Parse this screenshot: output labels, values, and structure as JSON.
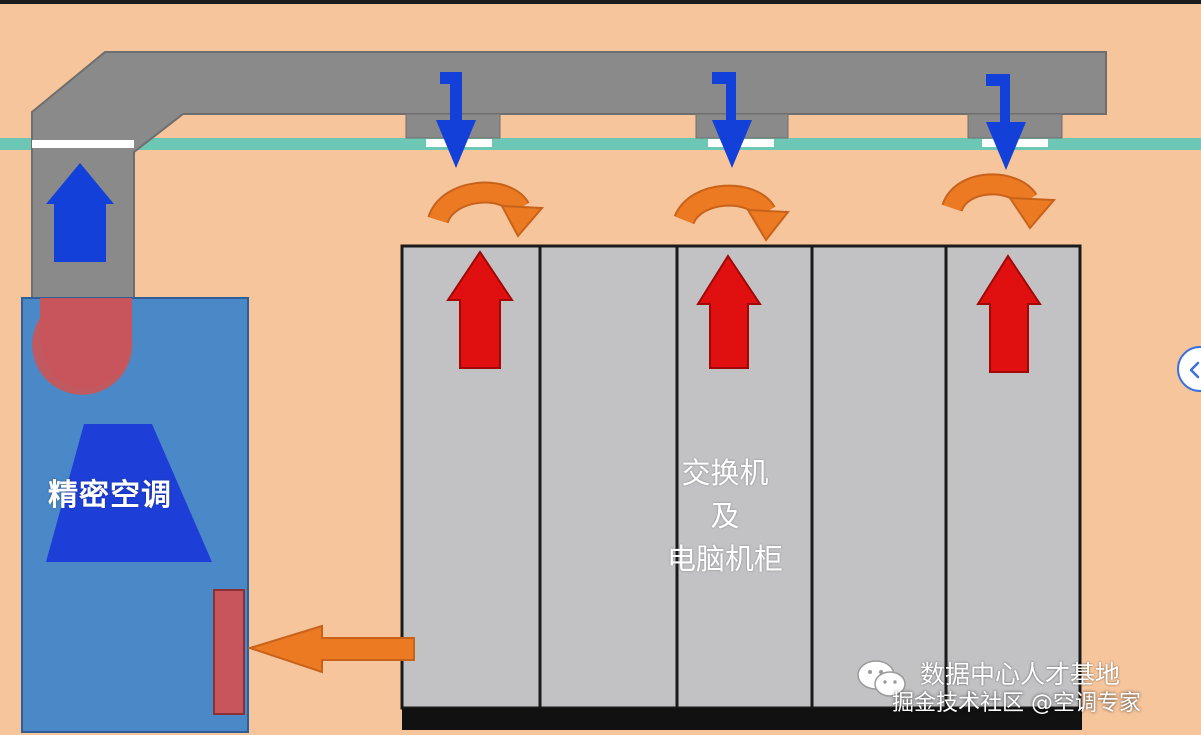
{
  "diagram": {
    "ac_unit_label": "精密空调",
    "rack_label_lines": [
      "交换机",
      "及",
      "电脑机柜"
    ]
  },
  "watermark": {
    "line1": "数据中心人才基地",
    "line2": "掘金技术社区 @空调专家"
  },
  "icons": {
    "side_button": "chevron-left-icon",
    "watermark": "wechat-icon"
  },
  "colors": {
    "background": "#f6c59c",
    "duct": "#8a8a8a",
    "ac_unit": "#4a88c8",
    "cold_arrow": "#1240d8",
    "hot_arrow": "#e01010",
    "circulation_arrow": "#ec7a22",
    "rack": "#c2c2c4",
    "ceiling_line": "#6cc8b4"
  }
}
